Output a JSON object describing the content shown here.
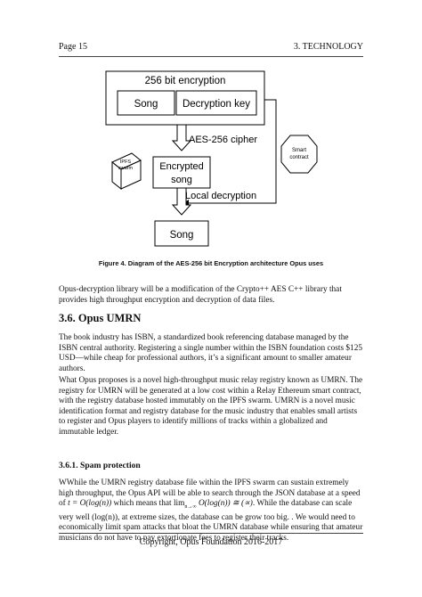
{
  "header": {
    "page": "Page 15",
    "section": "3. TECHNOLOGY"
  },
  "diagram": {
    "outer_box": "256 bit encryption",
    "song_box": "Song",
    "key_box": "Decryption key",
    "cipher_label": "AES-256 cipher",
    "encrypted_box_line1": "Encrypted",
    "encrypted_box_line2": "song",
    "local_label": "Local decryption",
    "output_box": "Song",
    "ipfs_line1": "IPFS",
    "ipfs_line2": "swarm",
    "smart_line1": "Smart",
    "smart_line2": "contract"
  },
  "caption": "Figure 4. Diagram of the AES-256 bit Encryption architecture Opus uses",
  "para1": "Opus-decryption library will be a modification of the Crypto++ AES C++ library that provides high throughput encryption and decryption of data files.",
  "section_heading": "3.6. Opus UMRN",
  "para2": "The book industry has ISBN, a standardized book referencing database managed by the ISBN central authority. Registering a single number within the ISBN foundation costs $125 USD—while cheap for professional authors, it’s a significant amount to smaller amateur authors.",
  "para3": "What Opus proposes is a novel high-throughput music relay registry known as UMRN. The registry for UMRN will be generated at a low cost within a Relay Ethereum smart contract, with the registry database hosted immutably on the IPFS swarm. UMRN is a novel music identification format and registry database for the music industry that enables small artists to register and Opus players to identify millions of tracks within a globalized and immutable ledger.",
  "subsection_heading": "3.6.1. Spam protection",
  "para4": {
    "part1": "WWhile the UMRN registry database file within the IPFS swarm can sustain extremely high throughput, the Opus API will be able to search through the JSON database at a speed of ",
    "math1": "t = O(log(n))",
    "part2": " which means that ",
    "math2": "lim",
    "math2_sub": "n→∞",
    "math3": " O(log(n)) ≅ (∝)",
    "part3": ". While the database can scale very well (log(n)), at extreme sizes, the database can be grow too big. . We would need to economically limit spam attacks that bloat the UMRN database while ensuring that amateur musicians do not have to pay extortionate fees to register their tracks."
  },
  "footer": "Copyright, Opus Foundation 2016-2017"
}
